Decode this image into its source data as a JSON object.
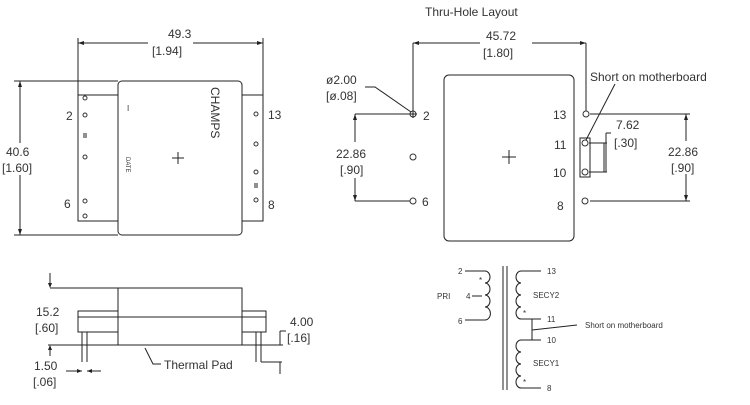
{
  "top_view": {
    "width_mm": "49.3",
    "width_in": "[1.94]",
    "height_mm": "40.6",
    "height_in": "[1.60]",
    "brand": "CHAMPS",
    "date_mark": "DATE",
    "pin1_mark": "I",
    "pins": {
      "left_top": "2",
      "left_bottom": "6",
      "right_top": "13",
      "right_bottom": "8"
    }
  },
  "side_view": {
    "height_mm": "15.2",
    "height_in": "[.60]",
    "pin_width_mm": "1.50",
    "pin_width_in": "[.06]",
    "pin_length_mm": "4.00",
    "pin_length_in": "[.16]",
    "thermal_pad_label": "Thermal Pad"
  },
  "layout_view": {
    "title": "Thru-Hole Layout",
    "span_mm": "45.72",
    "span_in": "[1.80]",
    "hole_dia_mm": "ø2.00",
    "hole_dia_in": "[ø.08]",
    "pitch_left_mm": "22.86",
    "pitch_left_in": "[.90]",
    "pitch_right_mm": "22.86",
    "pitch_right_in": "[.90]",
    "short_pitch_mm": "7.62",
    "short_pitch_in": "[.30]",
    "short_label": "Short on motherboard",
    "pins": {
      "p2": "2",
      "p6": "6",
      "p13": "13",
      "p11": "11",
      "p10": "10",
      "p8": "8"
    }
  },
  "schematic": {
    "primary_label": "PRI",
    "secondary2_label": "SECY2",
    "secondary1_label": "SECY1",
    "short_label": "Short on motherboard",
    "pins": {
      "p2": "2",
      "p4": "4",
      "p6": "6",
      "p13": "13",
      "p11": "11",
      "p10": "10",
      "p8": "8"
    }
  }
}
